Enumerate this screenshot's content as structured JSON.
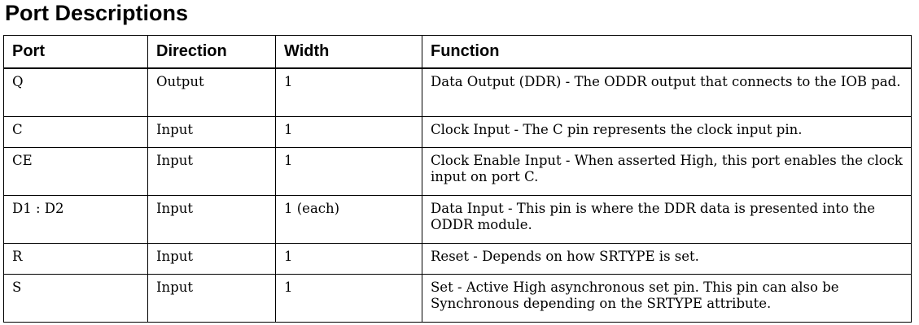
{
  "page": {
    "title": "Port Descriptions"
  },
  "table": {
    "headers": [
      "Port",
      "Direction",
      "Width",
      "Function"
    ],
    "rows": [
      {
        "port": "Q",
        "direction": "Output",
        "width": "1",
        "function": "Data Output (DDR) - The ODDR output that connects to the IOB pad."
      },
      {
        "port": "C",
        "direction": "Input",
        "width": "1",
        "function": "Clock Input - The C pin represents the clock input pin."
      },
      {
        "port": "CE",
        "direction": "Input",
        "width": "1",
        "function": "Clock Enable Input - When asserted High, this port enables the clock input on port C."
      },
      {
        "port": "D1 : D2",
        "direction": "Input",
        "width": "1 (each)",
        "function": "Data Input - This pin is where the DDR data is presented into the ODDR module."
      },
      {
        "port": "R",
        "direction": "Input",
        "width": "1",
        "function": "Reset - Depends on how SRTYPE is set."
      },
      {
        "port": "S",
        "direction": "Input",
        "width": "1",
        "function": "Set - Active High asynchronous set pin.  This pin can also be Synchronous depending on the SRTYPE attribute."
      }
    ]
  }
}
